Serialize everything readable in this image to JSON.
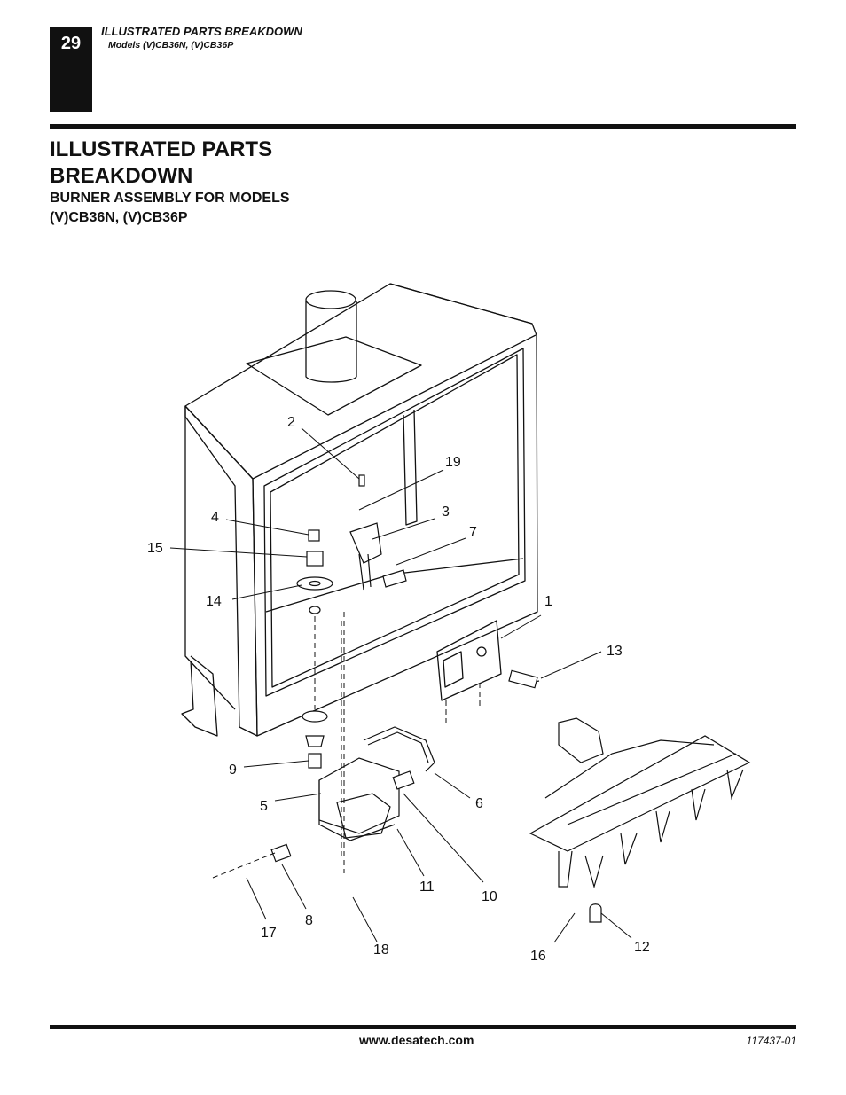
{
  "page": {
    "number": "29",
    "header_title": "ILLUSTRATED PARTS BREAKDOWN",
    "header_models": "Models (V)CB36N, (V)CB36P"
  },
  "content": {
    "title": "ILLUSTRATED PARTS BREAKDOWN",
    "subtitle": "BURNER ASSEMBLY FOR MODELS (V)CB36N, (V)CB36P"
  },
  "callouts": [
    "1",
    "2",
    "3",
    "4",
    "5",
    "6",
    "7",
    "8",
    "9",
    "10",
    "11",
    "12",
    "13",
    "14",
    "15",
    "16",
    "17",
    "18",
    "19"
  ],
  "footer": {
    "url": "www.desatech.com",
    "code": "117437-01"
  }
}
